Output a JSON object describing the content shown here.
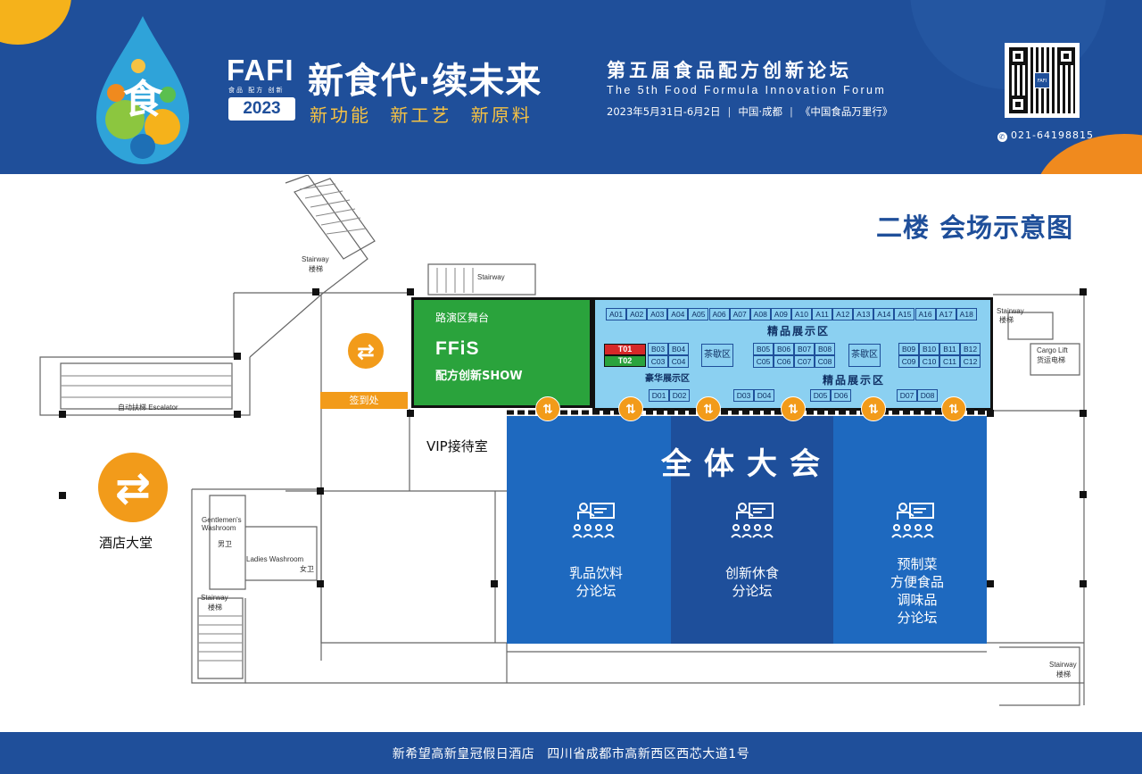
{
  "header": {
    "fafi_mark": "FAFI",
    "fafi_tagline": "食品  配方  创新",
    "year": "2023",
    "slogan": "新食代·续未来",
    "subslogan": [
      "新功能",
      "新工艺",
      "新原料"
    ],
    "forum_title": "第五届食品配方创新论坛",
    "forum_title_en": "The 5th Food Formula Innovation Forum",
    "date": "2023年5月31日-6月2日",
    "city": "中国·成都",
    "series": "《中国食品万里行》",
    "phone": "021-64198815",
    "logo_char": "食",
    "qr_logo": "FAFI",
    "colors": {
      "brand_blue": "#1f4f9a",
      "accent_yellow": "#f6c243",
      "accent_orange": "#f08a1e"
    }
  },
  "map": {
    "title": "二楼 会场示意图",
    "labels": {
      "stairway_1_en": "Stairway",
      "stairway_1_cn": "楼梯",
      "stairway_2_en": "Stairway",
      "stairway_3_en": "Stairway",
      "stairway_3_cn": "楼梯",
      "stairway_4_en": "Stairway",
      "stairway_4_cn": "楼梯",
      "stairway_5_en": "Stairway",
      "stairway_5_cn": "楼梯",
      "escalator": "自动扶梯  Escalator",
      "cargo_en": "Cargo Lift",
      "cargo_cn": "货运电梯",
      "mens_en": "Gentlemen's Washroom",
      "mens_cn": "男卫",
      "ladies_en": "Ladies Washroom",
      "ladies_cn": "女卫",
      "signin": "签到处",
      "vip": "VIP接待室",
      "lobby": "酒店大堂"
    },
    "stage": {
      "label": "路演区舞台",
      "brand": "FFiS",
      "show": "配方创新SHOW",
      "color": "#2aa33c"
    },
    "exhibition": {
      "color": "#8bd0f1",
      "row_a": [
        "A01",
        "A02",
        "A03",
        "A04",
        "A05",
        "A06",
        "A07",
        "A08",
        "A09",
        "A10",
        "A11",
        "A12",
        "A13",
        "A14",
        "A15",
        "A16",
        "A17",
        "A18"
      ],
      "zone_top": "精品展示区",
      "zone_bottom": "精品展示区",
      "luxury_zone": "豪华展示区",
      "t_booths": [
        {
          "id": "T01",
          "color": "#d62828"
        },
        {
          "id": "T02",
          "color": "#2aa33c"
        }
      ],
      "b_left": [
        "B03",
        "B04"
      ],
      "c_left": [
        "C03",
        "C04"
      ],
      "b_mid": [
        "B05",
        "B06",
        "B07",
        "B08"
      ],
      "c_mid": [
        "C05",
        "C06",
        "C07",
        "C08"
      ],
      "b_right": [
        "B09",
        "B10",
        "B11",
        "B12"
      ],
      "c_right": [
        "C09",
        "C10",
        "C11",
        "C12"
      ],
      "tea_break": "茶歇区",
      "d_groups": [
        [
          "D01",
          "D02"
        ],
        [
          "D03",
          "D04"
        ],
        [
          "D05",
          "D06"
        ],
        [
          "D07",
          "D08"
        ]
      ]
    },
    "main_hall": {
      "title": "全体大会",
      "forums": [
        "乳品饮料\n分论坛",
        "创新休食\n分论坛",
        "预制菜\n方便食品\n调味品\n分论坛"
      ],
      "colors": {
        "outer": "#1e69bf",
        "middle": "#1e4f9b"
      }
    }
  },
  "footer": {
    "hotel": "新希望高新皇冠假日酒店",
    "address": "四川省成都市高新西区西芯大道1号"
  }
}
